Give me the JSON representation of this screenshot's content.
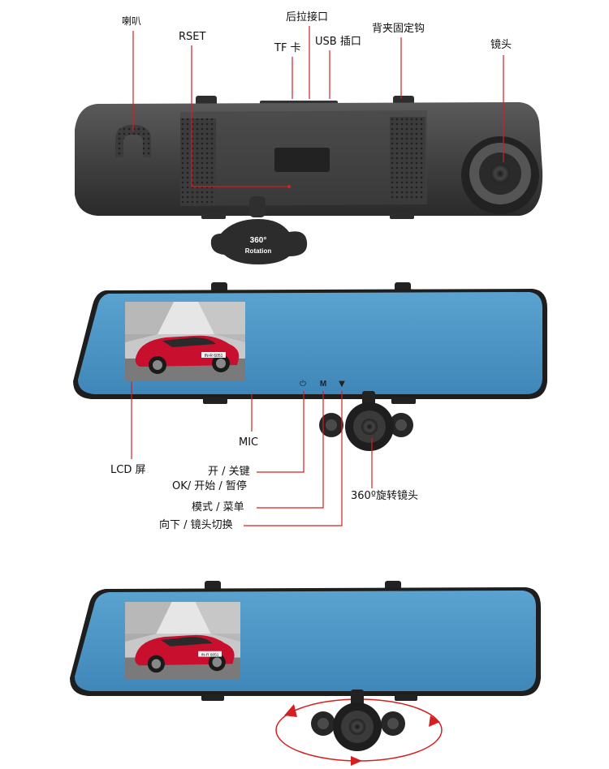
{
  "labels": {
    "speaker": "喇叭",
    "reset": "RSET",
    "rear_port": "后拉接口",
    "tf_card": "TF 卡",
    "usb_port": "USB 插口",
    "back_clip": "背夹固定钩",
    "lens": "镜头",
    "mic": "MIC",
    "lcd": "LCD 屏",
    "power_key": "开 / 关键",
    "ok_key": "OK/ 开始 / 暂停",
    "mode_key": "模式 / 菜单",
    "down_key": "向下 / 镜头切换",
    "rotate_lens": "360º旋转镜头"
  },
  "mount_text": {
    "line1": "360°",
    "line2": "Rotation"
  },
  "plate_text": "IN-R 6051",
  "colors": {
    "body_dark": "#3a3a3a",
    "mirror_blue": "#4a92c2",
    "leader_red": "#d32020",
    "car_red": "#c8102e",
    "arrow_red": "#d42020"
  }
}
